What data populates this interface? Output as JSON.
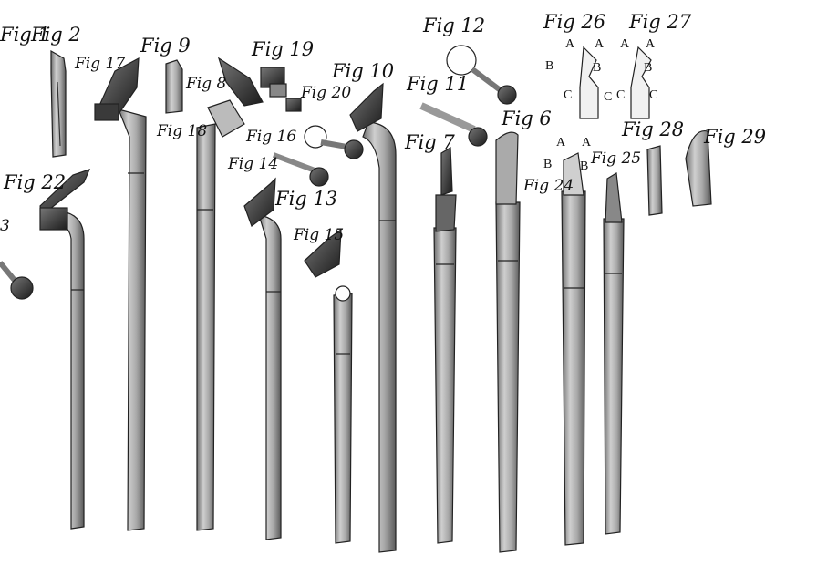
{
  "figure_labels": {
    "fig1": "Fig 1",
    "fig2": "Fig 2",
    "fig3": "3",
    "fig6": "Fig 6",
    "fig7": "Fig 7",
    "fig9": "Fig 9",
    "fig10": "Fig 10",
    "fig11": "Fig 11",
    "fig12": "Fig 12",
    "fig13": "Fig 13",
    "fig14": "Fig 14",
    "fig15": "Fig 15",
    "fig16": "Fig 16",
    "fig17": "Fig 17",
    "fig18": "Fig 18",
    "fig19": "Fig 19",
    "fig20": "Fig 20",
    "fig22": "Fig 22",
    "fig24": "Fig 24",
    "fig25": "Fig 25",
    "fig26": "Fig 26",
    "fig27": "Fig 27",
    "fig28": "Fig 28",
    "fig29": "Fig 29",
    "fig8": "Fig 8"
  },
  "point_labels": {
    "a": "A",
    "b": "B",
    "c": "C"
  },
  "colors": {
    "ink": "#1a1a1a",
    "shaft": "#9a9a9a",
    "shaft_light": "#c4c4c4",
    "paper": "#ffffff"
  }
}
